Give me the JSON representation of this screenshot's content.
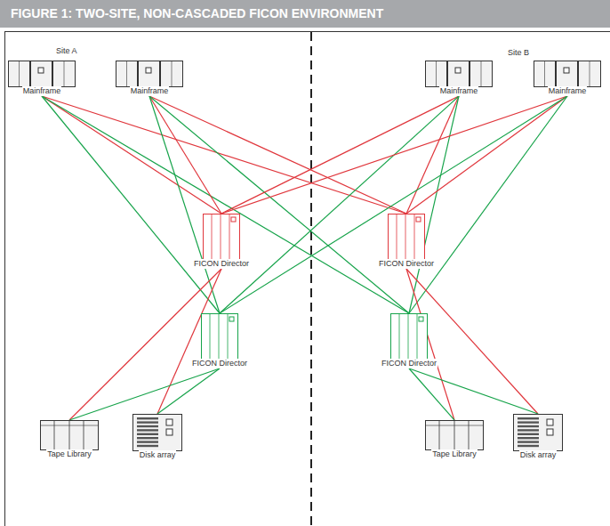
{
  "diagram": {
    "title": "FIGURE 1: TWO-SITE, NON-CASCADED FICON ENVIRONMENT",
    "nodes": [
      {
        "text": [
          "Mainframe"
        ]
      },
      {
        "text": [
          "Mainframe"
        ]
      },
      {
        "text": [
          "Mainframe"
        ]
      },
      {
        "text": [
          "Mainframe"
        ]
      },
      {
        "text": [
          "FICON Director"
        ]
      },
      {
        "text": [
          "FICON Director"
        ]
      },
      {
        "text": [
          "FICON Director"
        ]
      },
      {
        "text": [
          "FICON Director"
        ]
      },
      {
        "text": [
          "Tape Library"
        ]
      },
      {
        "text": [
          "Disk array"
        ]
      },
      {
        "text": [
          "Tape Library"
        ]
      },
      {
        "text": [
          "Disk array"
        ]
      }
    ],
    "edges": [
      {
        "from": 0,
        "to": 4,
        "arrow": "none"
      },
      {
        "from": 0,
        "to": 5,
        "arrow": "none"
      },
      {
        "from": 0,
        "to": 6,
        "arrow": "none"
      },
      {
        "from": 0,
        "to": 7,
        "arrow": "none"
      },
      {
        "from": 1,
        "to": 4,
        "arrow": "none"
      },
      {
        "from": 1,
        "to": 5,
        "arrow": "none"
      },
      {
        "from": 1,
        "to": 6,
        "arrow": "none"
      },
      {
        "from": 1,
        "to": 7,
        "arrow": "none"
      },
      {
        "from": 2,
        "to": 4,
        "arrow": "none"
      },
      {
        "from": 2,
        "to": 5,
        "arrow": "none"
      },
      {
        "from": 2,
        "to": 6,
        "arrow": "none"
      },
      {
        "from": 2,
        "to": 7,
        "arrow": "none"
      },
      {
        "from": 3,
        "to": 4,
        "arrow": "none"
      },
      {
        "from": 3,
        "to": 5,
        "arrow": "none"
      },
      {
        "from": 3,
        "to": 6,
        "arrow": "none"
      },
      {
        "from": 3,
        "to": 7,
        "arrow": "none"
      },
      {
        "from": 4,
        "to": 8,
        "arrow": "none"
      },
      {
        "from": 4,
        "to": 9,
        "arrow": "none"
      },
      {
        "from": 6,
        "to": 8,
        "arrow": "none"
      },
      {
        "from": 6,
        "to": 9,
        "arrow": "none"
      },
      {
        "from": 5,
        "to": 10,
        "arrow": "none"
      },
      {
        "from": 5,
        "to": 11,
        "arrow": "none"
      },
      {
        "from": 7,
        "to": 10,
        "arrow": "none"
      },
      {
        "from": 7,
        "to": 11,
        "arrow": "none"
      }
    ],
    "labels": [
      "Site A",
      "Site B"
    ]
  }
}
